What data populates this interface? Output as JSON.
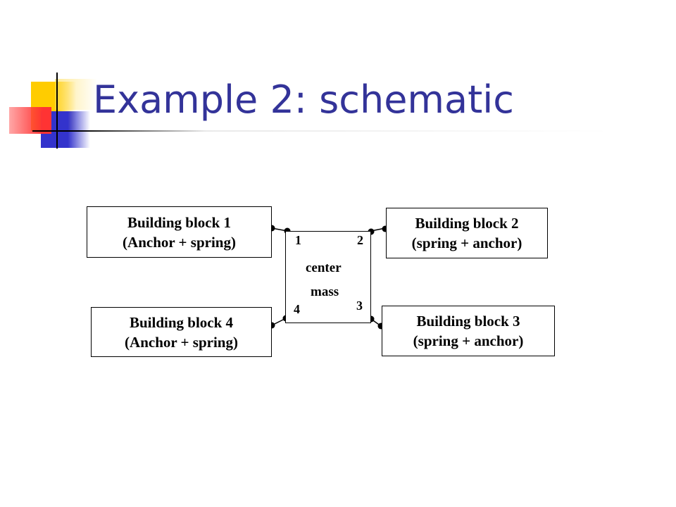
{
  "slide": {
    "title": "Example 2: schematic"
  },
  "diagram": {
    "blocks": [
      {
        "id": "bb1",
        "line1": "Building block 1",
        "line2": "(Anchor + spring)"
      },
      {
        "id": "bb2",
        "line1": "Building block 2",
        "line2": "(spring + anchor)"
      },
      {
        "id": "bb3",
        "line1": "Building block 3",
        "line2": "(spring + anchor)"
      },
      {
        "id": "bb4",
        "line1": "Building block 4",
        "line2": "(Anchor + spring)"
      }
    ],
    "center": {
      "line1": "center",
      "line2": "mass"
    },
    "ports": [
      "1",
      "2",
      "3",
      "4"
    ]
  },
  "colors": {
    "title": "#333399",
    "deco_yellow": "#FFCC00",
    "deco_blue": "#3333CC",
    "deco_red": "#FF3333"
  }
}
